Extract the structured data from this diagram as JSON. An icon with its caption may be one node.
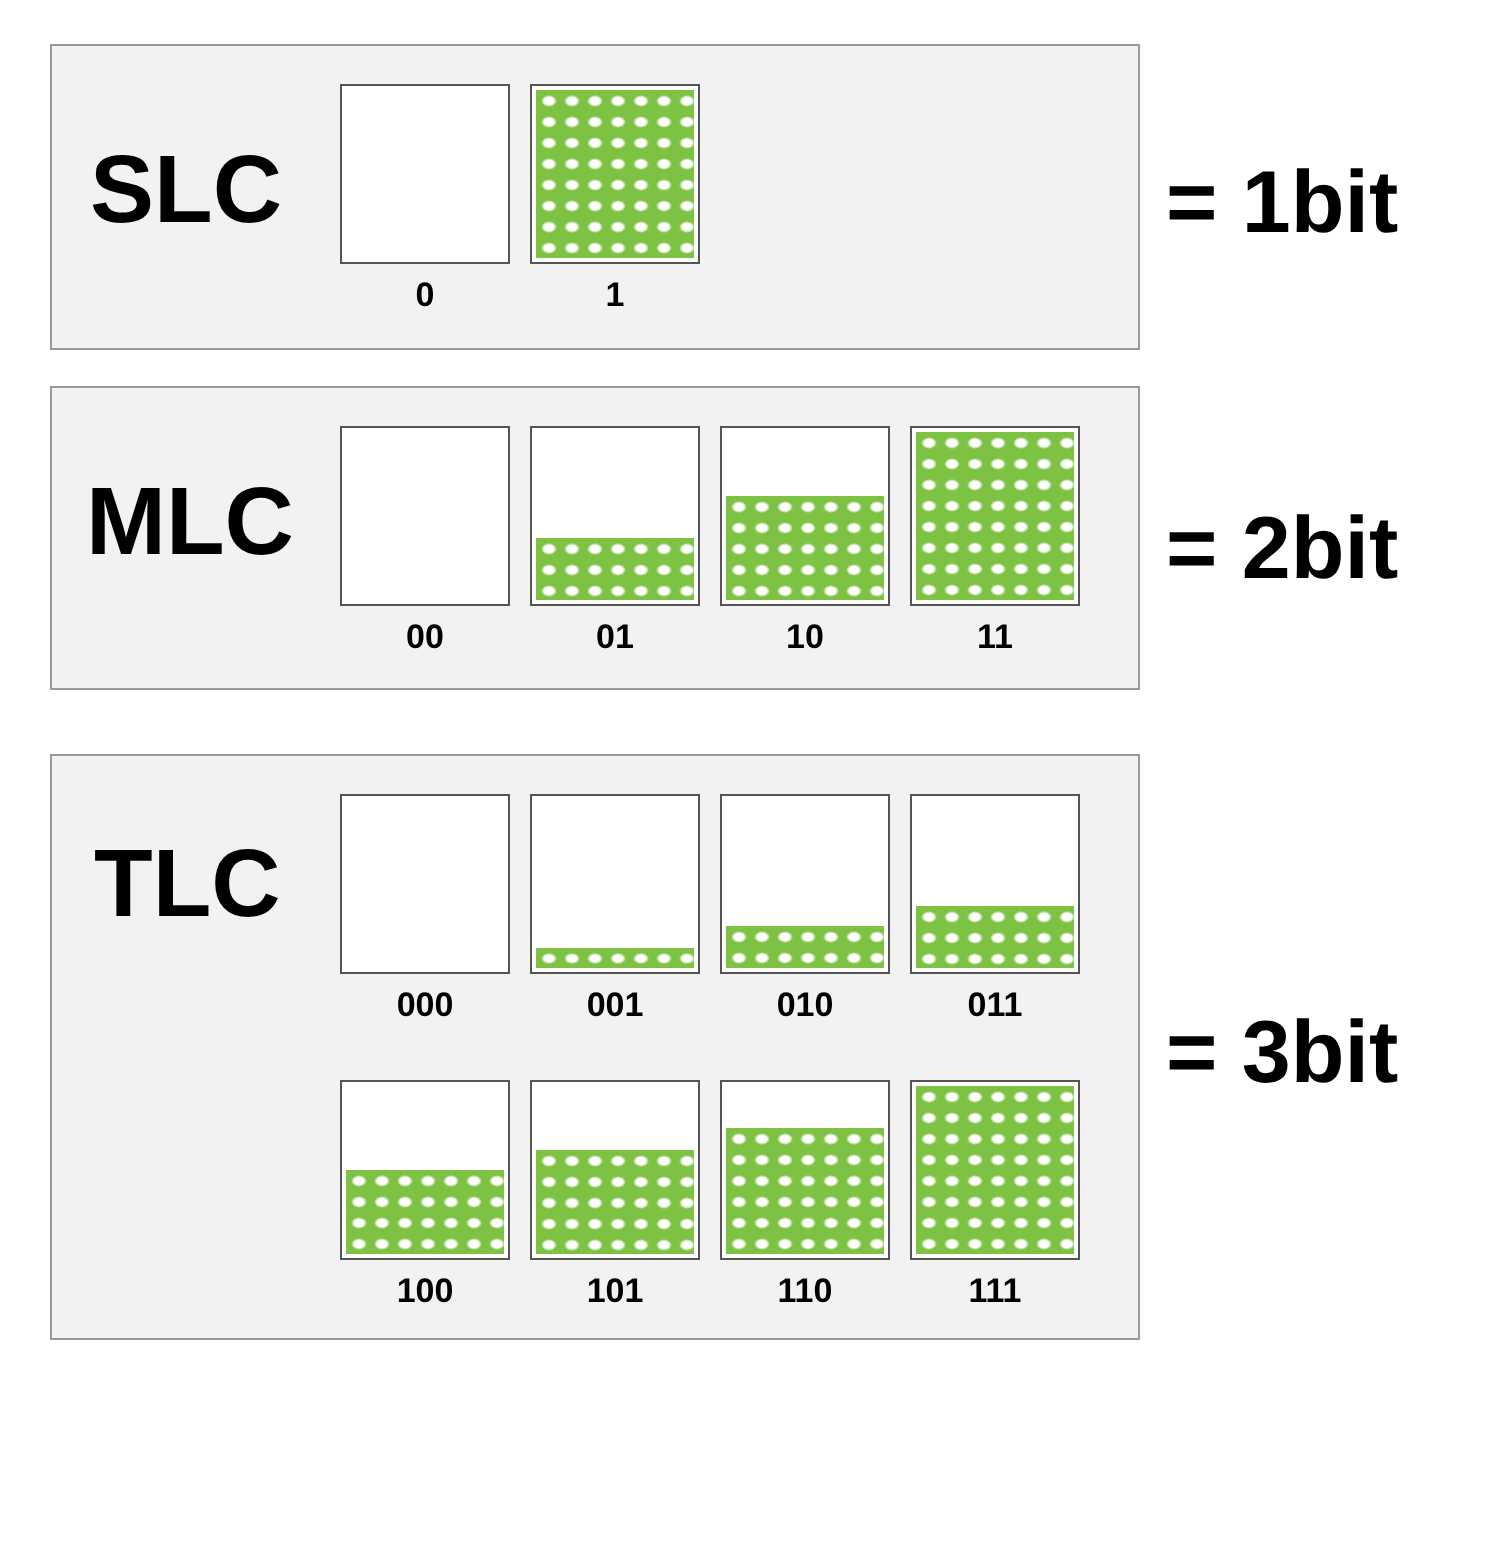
{
  "diagram": {
    "nodes": [
      {
        "text": [
          "SLC"
        ],
        "beside": [
          "= 1bit"
        ]
      },
      {
        "text": [
          "0"
        ],
        "in": 0
      },
      {
        "text": [
          "1"
        ],
        "in": 0
      },
      {
        "text": [
          "MLC"
        ],
        "beside": [
          "= 2bit"
        ]
      },
      {
        "text": [
          "00"
        ],
        "in": 3
      },
      {
        "text": [
          "01"
        ],
        "in": 3
      },
      {
        "text": [
          "10"
        ],
        "in": 3
      },
      {
        "text": [
          "11"
        ],
        "in": 3
      },
      {
        "text": [
          "TLC"
        ],
        "beside": [
          "= 3bit"
        ]
      },
      {
        "text": [
          "000"
        ],
        "in": 8
      },
      {
        "text": [
          "001"
        ],
        "in": 8
      },
      {
        "text": [
          "010"
        ],
        "in": 8
      },
      {
        "text": [
          "011"
        ],
        "in": 8
      },
      {
        "text": [
          "100"
        ],
        "in": 8
      },
      {
        "text": [
          "101"
        ],
        "in": 8
      },
      {
        "text": [
          "110"
        ],
        "in": 8
      },
      {
        "text": [
          "111"
        ],
        "in": 8
      }
    ]
  }
}
